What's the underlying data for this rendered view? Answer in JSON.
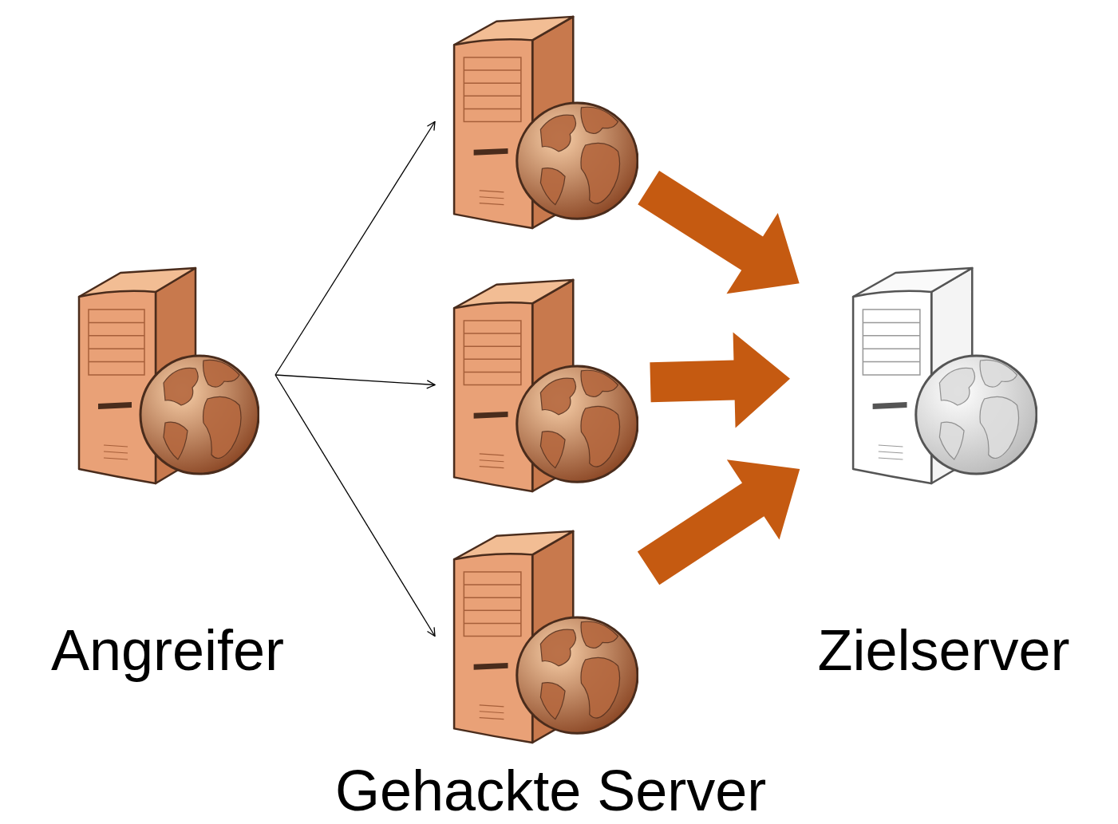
{
  "diagram": {
    "nodes": [
      {
        "text": [
          "Angreifer"
        ]
      },
      {
        "text": []
      },
      {
        "text": []
      },
      {
        "text": []
      },
      {
        "text": [
          "Zielserver"
        ]
      }
    ],
    "edges": [
      {
        "from": 0,
        "to": 1,
        "arrow": "to"
      },
      {
        "from": 0,
        "to": 2,
        "arrow": "to"
      },
      {
        "from": 0,
        "to": 3,
        "arrow": "to"
      },
      {
        "from": 1,
        "to": 4,
        "arrow": "to"
      },
      {
        "from": 2,
        "to": 4,
        "arrow": "to"
      },
      {
        "from": 3,
        "to": 4,
        "arrow": "to"
      }
    ],
    "labels": [
      "Gehackte Server"
    ]
  }
}
